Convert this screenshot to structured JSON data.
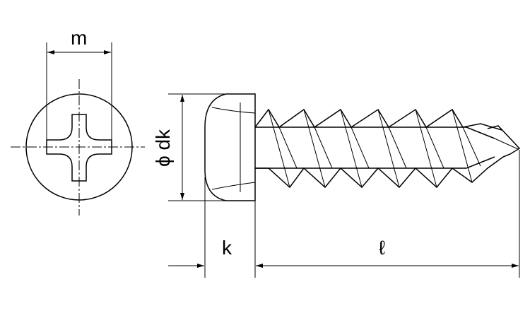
{
  "labels": {
    "head_width": "m",
    "head_diameter": "ϕ dk",
    "head_height": "k",
    "length": "ℓ"
  },
  "colors": {
    "stroke": "#000000",
    "background": "#ffffff"
  }
}
